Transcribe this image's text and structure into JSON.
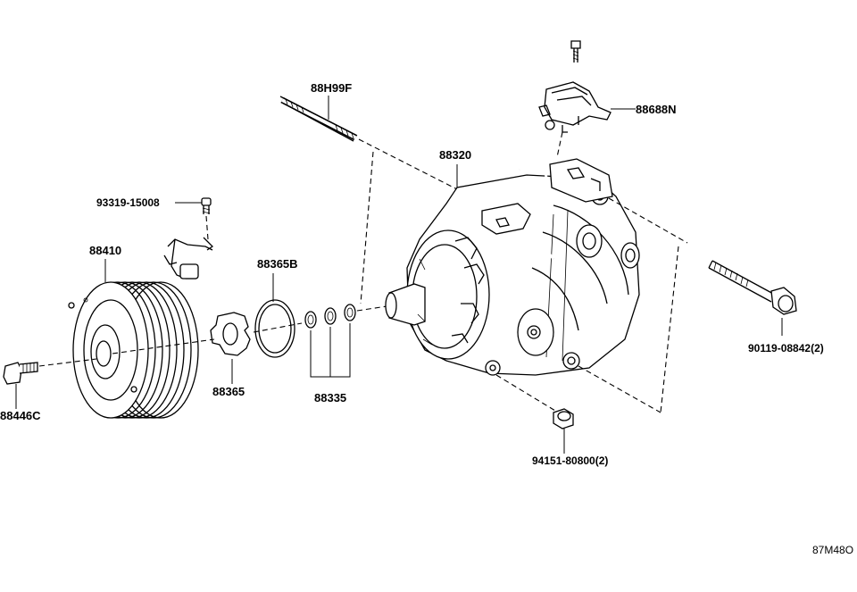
{
  "diagram": {
    "code": "87M48O",
    "parts": {
      "stud": "88H99F",
      "connector": "88688N",
      "bolt_top": "93319-15008",
      "compressor": "88320",
      "pulley": "88410",
      "snap_ring": "88365B",
      "bolt_long": "90119-08842(2)",
      "bolt_hub": "88446C",
      "hub_plate": "88365",
      "shims": "88335",
      "nut": "94151-80800(2)"
    }
  }
}
